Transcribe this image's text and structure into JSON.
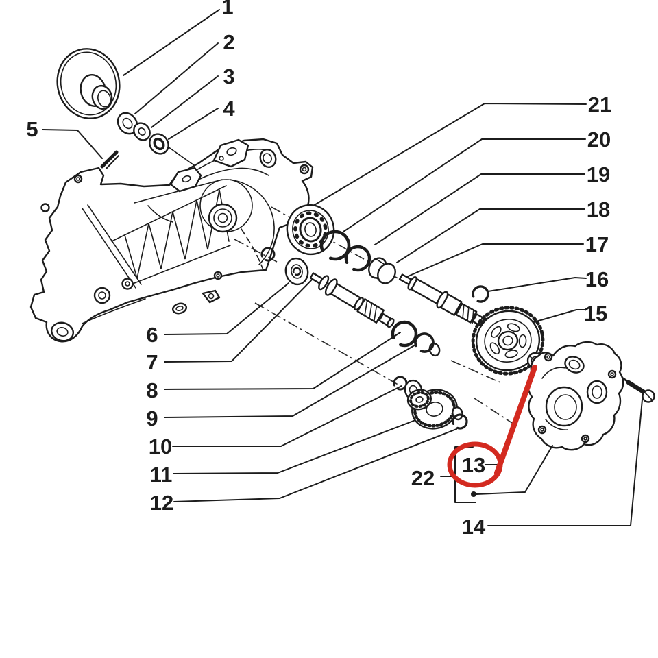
{
  "colors": {
    "ink": "#1c1c1c",
    "highlight": "#d32a20",
    "paper": "#ffffff"
  },
  "callouts": [
    {
      "label": "1"
    },
    {
      "label": "2"
    },
    {
      "label": "3"
    },
    {
      "label": "4"
    },
    {
      "label": "5"
    },
    {
      "label": "6"
    },
    {
      "label": "7"
    },
    {
      "label": "8"
    },
    {
      "label": "9"
    },
    {
      "label": "10"
    },
    {
      "label": "11"
    },
    {
      "label": "12"
    },
    {
      "label": "13"
    },
    {
      "label": "14"
    },
    {
      "label": "15"
    },
    {
      "label": "16"
    },
    {
      "label": "17"
    },
    {
      "label": "18"
    },
    {
      "label": "19"
    },
    {
      "label": "20"
    },
    {
      "label": "21"
    },
    {
      "label": "22"
    }
  ],
  "highlight": {
    "circled_callout": "13"
  }
}
